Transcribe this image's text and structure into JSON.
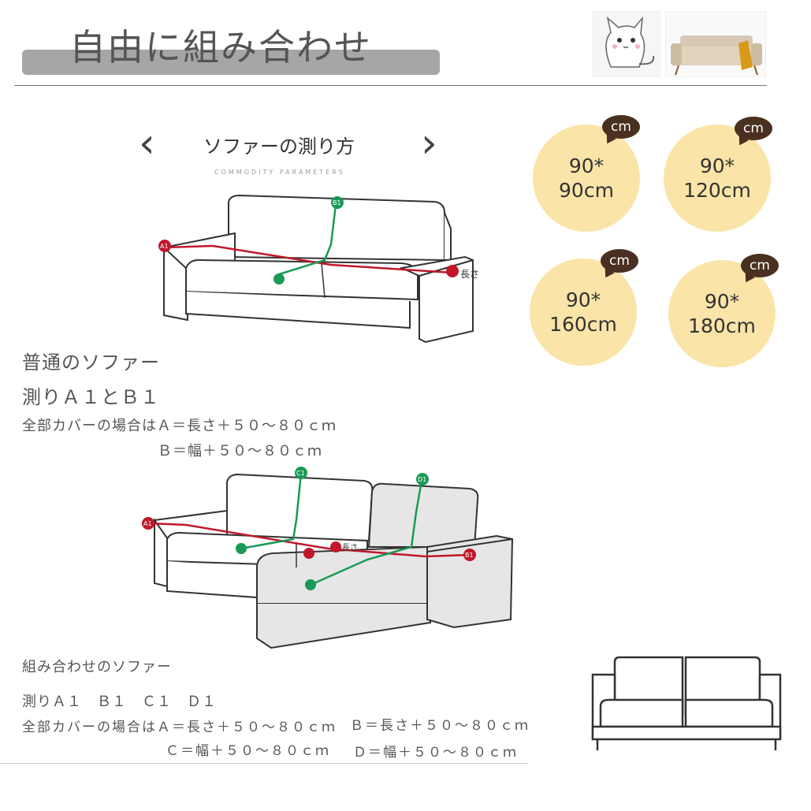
{
  "header": {
    "title": "自由に組み合わせ"
  },
  "section": {
    "title": "ソファーの測り方",
    "subtitle": "COMMODITY PARAMETERS",
    "prev_arrow": "‹",
    "next_arrow": "›"
  },
  "sofa1": {
    "pins": {
      "a1": "A1",
      "b1": "B1"
    },
    "side_label": "長さ"
  },
  "sofa2": {
    "pins": {
      "a1": "A1",
      "b1": "B1",
      "c1": "C1",
      "d1": "D1"
    },
    "side_label": "長さ"
  },
  "sizes": [
    {
      "badge": "cm",
      "width": "90*",
      "length": "90cm"
    },
    {
      "badge": "cm",
      "width": "90*",
      "length": "120cm"
    },
    {
      "badge": "cm",
      "width": "90*",
      "length": "160cm"
    },
    {
      "badge": "cm",
      "width": "90*",
      "length": "180cm"
    }
  ],
  "normal": {
    "heading": "普通のソファー",
    "measure": "測りＡ１とＢ１",
    "line1": "全部カバーの場合はＡ＝長さ＋５０～８０ｃｍ",
    "line2": "Ｂ＝幅＋５０～８０ｃｍ"
  },
  "combo": {
    "heading": "組み合わせのソファー",
    "measure": "測りＡ１　Ｂ１　Ｃ１　Ｄ１",
    "line1": "全部カバーの場合はＡ＝長さ＋５０～８０ｃｍ",
    "line1b": "Ｂ＝長さ＋５０～８０ｃｍ",
    "line2": "Ｃ＝幅＋５０～８０ｃｍ",
    "line2b": "Ｄ＝幅＋５０～８０ｃｍ"
  },
  "colors": {
    "circle": "#fbe4a8",
    "badge": "#4a3020",
    "red_line": "#c0182a",
    "green_line": "#1a9a55"
  },
  "icons": [
    "cat-icon",
    "sofa-photo-icon",
    "sofa-outline-icon"
  ]
}
